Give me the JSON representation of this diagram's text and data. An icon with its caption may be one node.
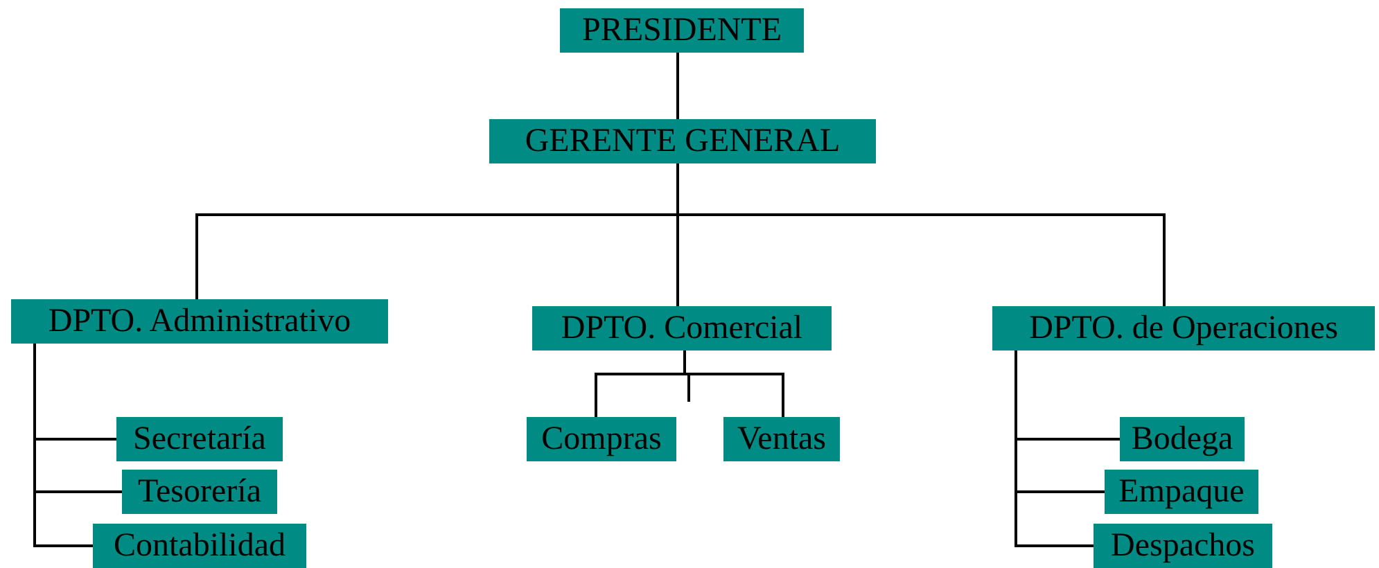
{
  "diagram": {
    "nodes": [
      {
        "text": [
          "PRESIDENTE"
        ]
      },
      {
        "text": [
          "GERENTE GENERAL"
        ]
      },
      {
        "text": [
          "DPTO. Administrativo"
        ]
      },
      {
        "text": [
          "DPTO. Comercial"
        ]
      },
      {
        "text": [
          "DPTO. de Operaciones"
        ]
      },
      {
        "text": [
          "Secretaría"
        ]
      },
      {
        "text": [
          "Tesorería"
        ]
      },
      {
        "text": [
          "Contabilidad"
        ]
      },
      {
        "text": [
          "Compras"
        ]
      },
      {
        "text": [
          "Ventas"
        ]
      },
      {
        "text": [
          "Bodega"
        ]
      },
      {
        "text": [
          "Empaque"
        ]
      },
      {
        "text": [
          "Despachos"
        ]
      }
    ],
    "edges": [
      {
        "from": 0,
        "to": 1,
        "arrow": "none"
      },
      {
        "from": 1,
        "to": 2,
        "arrow": "none"
      },
      {
        "from": 1,
        "to": 3,
        "arrow": "none"
      },
      {
        "from": 1,
        "to": 4,
        "arrow": "none"
      },
      {
        "from": 2,
        "to": 5,
        "arrow": "none"
      },
      {
        "from": 2,
        "to": 6,
        "arrow": "none"
      },
      {
        "from": 2,
        "to": 7,
        "arrow": "none"
      },
      {
        "from": 3,
        "to": 8,
        "arrow": "none"
      },
      {
        "from": 3,
        "to": 9,
        "arrow": "none"
      },
      {
        "from": 4,
        "to": 10,
        "arrow": "none"
      },
      {
        "from": 4,
        "to": 11,
        "arrow": "none"
      },
      {
        "from": 4,
        "to": 12,
        "arrow": "none"
      }
    ]
  }
}
